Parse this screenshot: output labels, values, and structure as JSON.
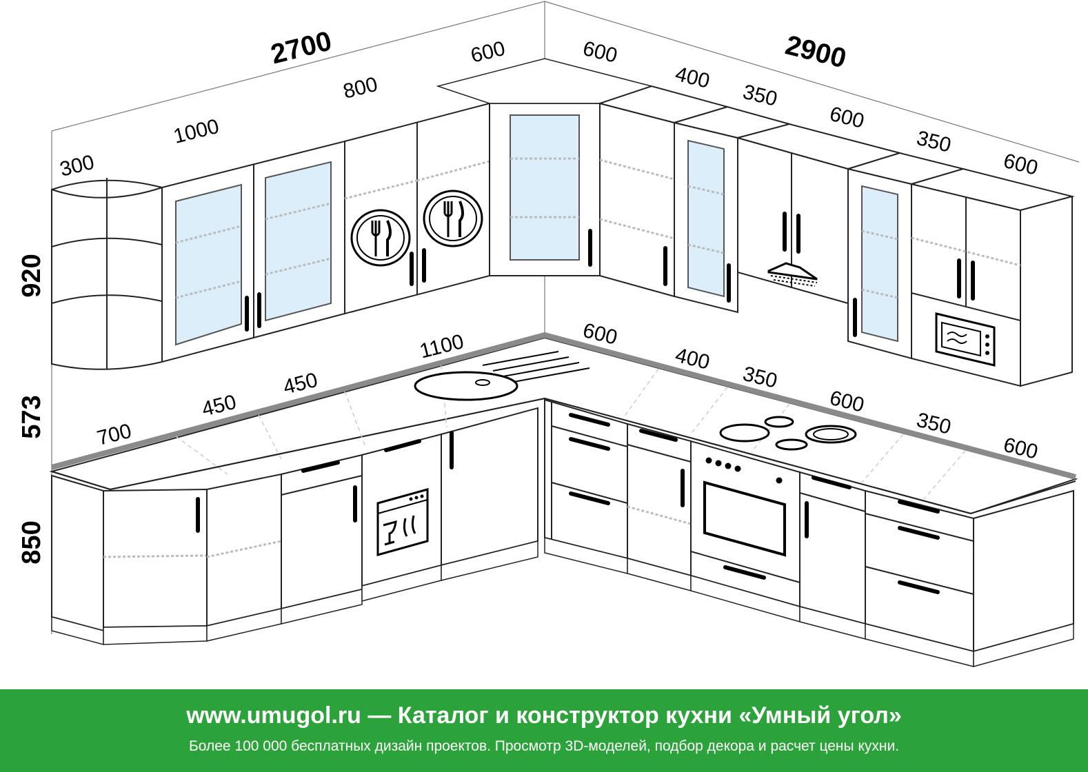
{
  "dimensions": {
    "left_wall_total": "2700",
    "right_wall_total": "2900",
    "upper_left": [
      "300",
      "1000",
      "800",
      "600"
    ],
    "upper_right": [
      "600",
      "400",
      "350",
      "600",
      "350",
      "600"
    ],
    "lower_left": [
      "700",
      "450",
      "450",
      "1100"
    ],
    "lower_right": [
      "600",
      "400",
      "350",
      "600",
      "350",
      "600"
    ],
    "heights": [
      "920",
      "573",
      "850"
    ]
  },
  "banner": {
    "headline": "www.umugol.ru — Каталог и конструктор кухни «Умный угол»",
    "subline": "Более 100 000 бесплатных дизайн проектов. Просмотр 3D-моделей, подбор декора и расчет цены кухни."
  },
  "colors": {
    "banner_bg": "#2ca33a",
    "glass": "#dceefa",
    "line": "#222222"
  },
  "icons": [
    "plate-cutlery-icon",
    "dishwasher-icon",
    "range-hood-icon",
    "microwave-icon",
    "cooktop-icon",
    "oven-icon",
    "sink-icon"
  ]
}
